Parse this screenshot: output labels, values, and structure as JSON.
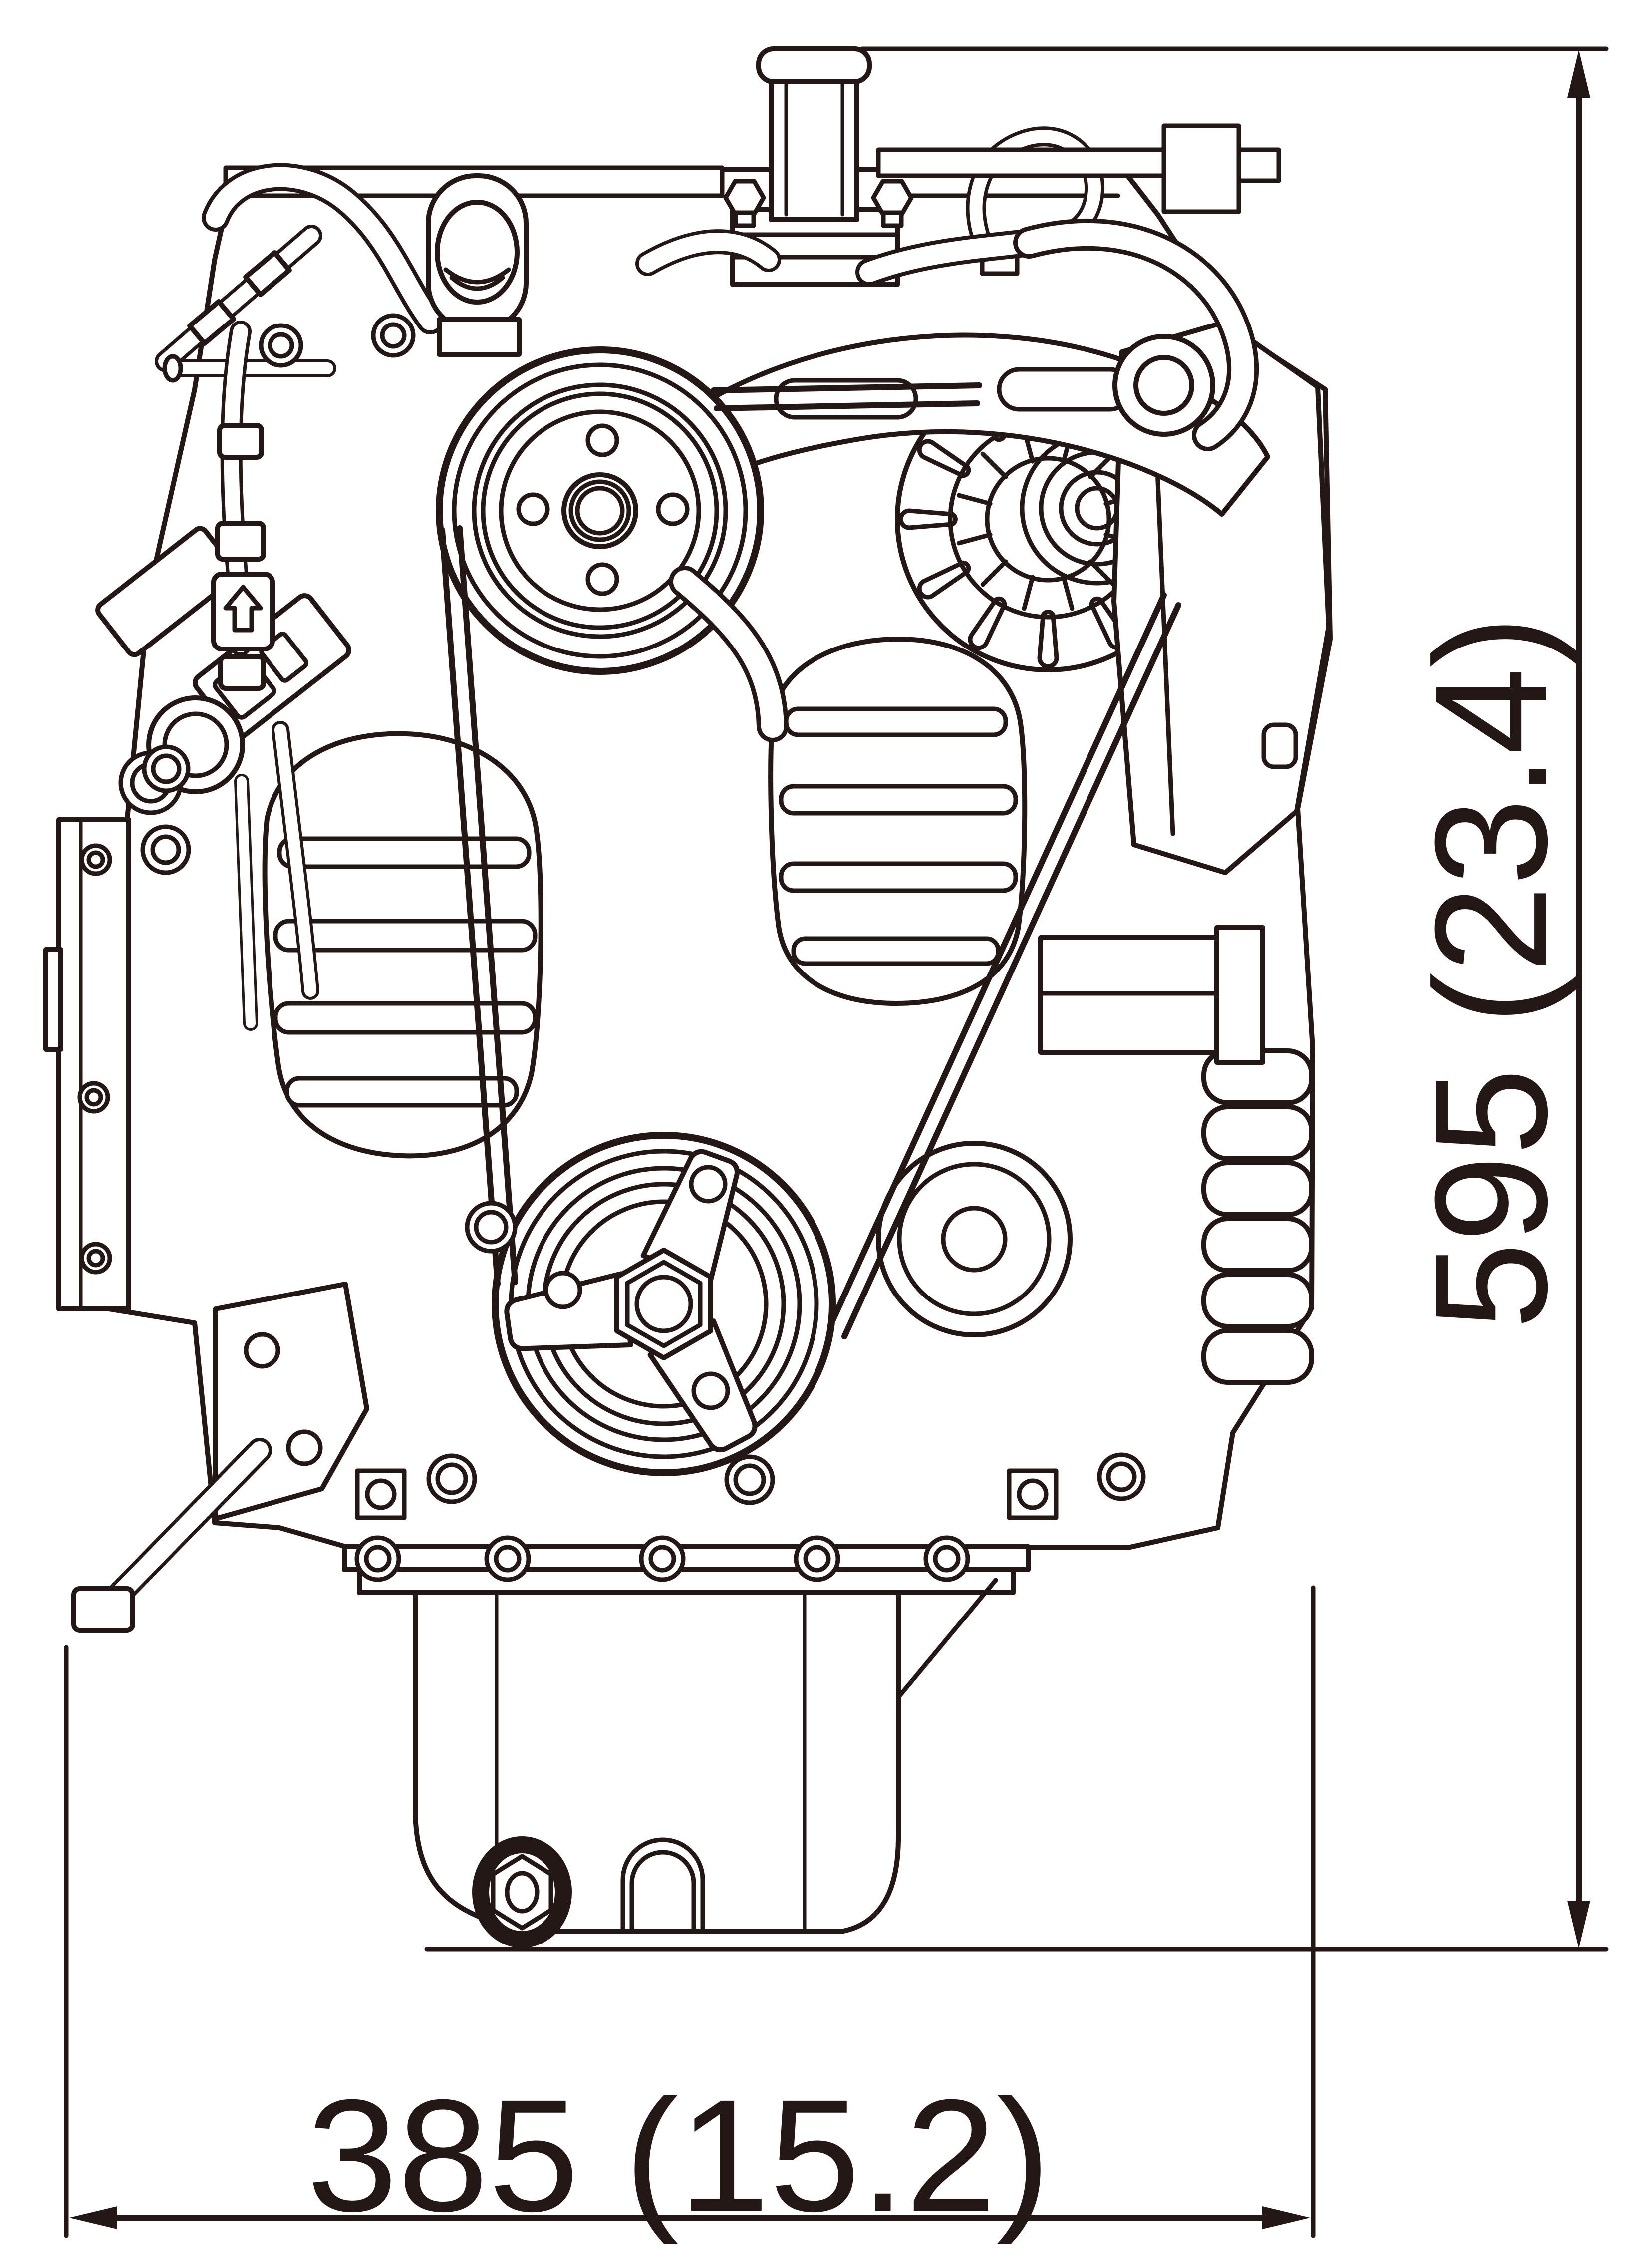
{
  "colors": {
    "line": "#231815",
    "background": "#ffffff"
  },
  "dimensions": {
    "height": {
      "label": "595 (23.4)",
      "value": "595",
      "value_in_parentheses": "23.4",
      "orientation": "vertical",
      "position": "right-edge"
    },
    "width": {
      "label": "385 (15.2)",
      "value": "385",
      "value_in_parentheses": "15.2",
      "orientation": "horizontal",
      "position": "bottom-edge"
    }
  },
  "figure": {
    "parts": [
      "engine-silhouette",
      "oil-filler-neck",
      "thermostat-housing",
      "lifting-eye",
      "wire-hook",
      "water-pump-pulley",
      "alternator-fan",
      "alternator-bracket",
      "side-bracket-plate",
      "v-belt",
      "crankshaft-pulley",
      "gear-case-cover",
      "ribbed-cover",
      "pump-drive-cover",
      "oil-cooler",
      "finned-canister",
      "oil-pan",
      "drain-plug",
      "fuel-filter",
      "flow-direction-arrow",
      "injection-pump",
      "mounting-foot",
      "flange-bolts",
      "hose-loop"
    ]
  }
}
